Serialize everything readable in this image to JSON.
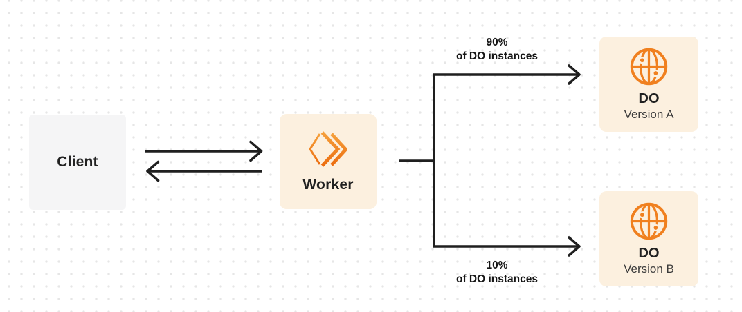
{
  "diagram": {
    "kind": "architecture-flow",
    "description_visible_text_only": true
  },
  "nodes": {
    "client": {
      "label": "Client"
    },
    "worker": {
      "label": "Worker"
    },
    "do_version_a": {
      "title": "DO",
      "subtitle": "Version A"
    },
    "do_version_b": {
      "title": "DO",
      "subtitle": "Version B"
    }
  },
  "edges": {
    "client_worker": {
      "style": "two arrows, right and left"
    },
    "split_top": {
      "percent": "90%",
      "caption": "of DO instances"
    },
    "split_bottom": {
      "percent": "10%",
      "caption": "of DO instances"
    }
  },
  "icons": {
    "worker": "workers-chevrons-icon",
    "do_version_a": "globe-icon",
    "do_version_b": "globe-icon"
  },
  "colors": {
    "accent_orange": "#F0801F",
    "worker_icon_gradient_top": "#F5A03C",
    "worker_icon_gradient_bottom": "#EC6D0F",
    "node_fill_cream": "#FCF0DF",
    "node_fill_gray": "#F5F5F6",
    "connector_dark": "#1F1F1F",
    "grid_dot": "#E6E6E6",
    "text_primary": "#212121",
    "text_secondary": "#3B3B3B"
  }
}
